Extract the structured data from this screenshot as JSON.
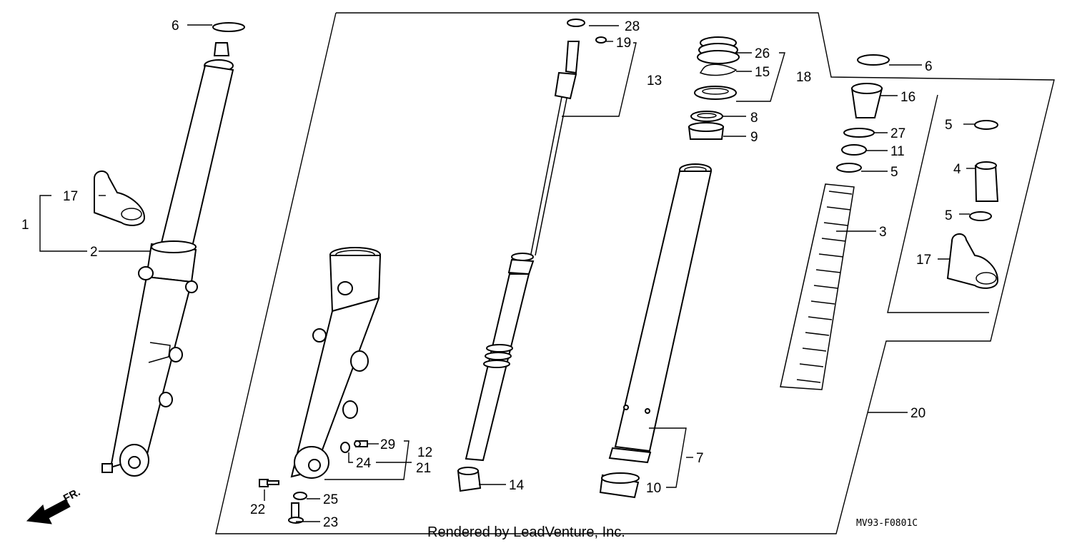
{
  "diagram_code": "MV93-F0801C",
  "credit": "Rendered by LeadVenture, Inc.",
  "direction_label": "FR.",
  "callouts": {
    "c1": "1",
    "c2": "2",
    "c3": "3",
    "c4": "4",
    "c5a": "5",
    "c5b": "5",
    "c5c": "5",
    "c6a": "6",
    "c6b": "6",
    "c7": "7",
    "c8": "8",
    "c9": "9",
    "c10": "10",
    "c11": "11",
    "c12": "12",
    "c13": "13",
    "c14": "14",
    "c15": "15",
    "c16": "16",
    "c17a": "17",
    "c17b": "17",
    "c18": "18",
    "c19": "19",
    "c20": "20",
    "c21": "21",
    "c22": "22",
    "c23": "23",
    "c24": "24",
    "c25": "25",
    "c26": "26",
    "c27": "27",
    "c28": "28",
    "c29": "29"
  }
}
